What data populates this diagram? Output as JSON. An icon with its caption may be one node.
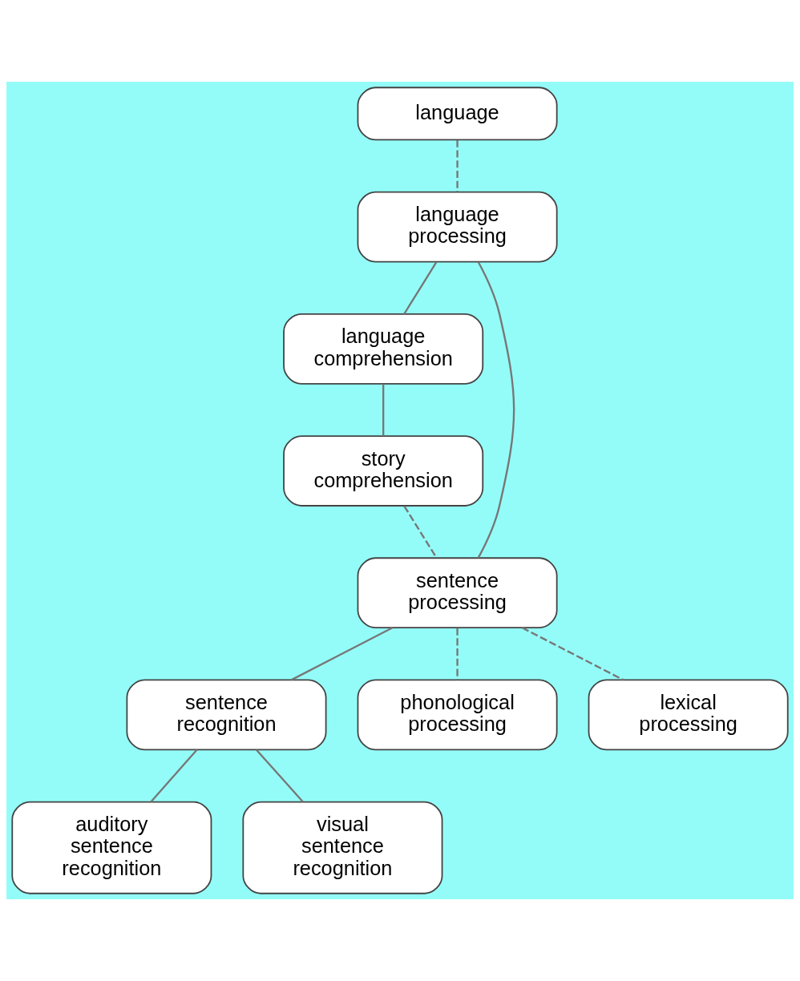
{
  "diagram": {
    "nodes": [
      {
        "text": [
          "language"
        ]
      },
      {
        "text": [
          "language processing"
        ]
      },
      {
        "text": [
          "language comprehension"
        ]
      },
      {
        "text": [
          "story comprehension"
        ]
      },
      {
        "text": [
          "sentence processing"
        ]
      },
      {
        "text": [
          "sentence recognition"
        ]
      },
      {
        "text": [
          "phonological processing"
        ]
      },
      {
        "text": [
          "lexical processing"
        ]
      },
      {
        "text": [
          "auditory sentence recognition"
        ]
      },
      {
        "text": [
          "visual sentence recognition"
        ]
      }
    ],
    "edges": [
      {
        "from": 0,
        "to": 1,
        "arrow": "none",
        "style": "dashed"
      },
      {
        "from": 1,
        "to": 4,
        "arrow": "none"
      },
      {
        "from": 1,
        "to": 2,
        "arrow": "none"
      },
      {
        "from": 2,
        "to": 3,
        "arrow": "none"
      },
      {
        "from": 3,
        "to": 4,
        "arrow": "none",
        "style": "dashed"
      },
      {
        "from": 4,
        "to": 5,
        "arrow": "none"
      },
      {
        "from": 4,
        "to": 6,
        "arrow": "none",
        "style": "dashed"
      },
      {
        "from": 4,
        "to": 7,
        "arrow": "none",
        "style": "dashed"
      },
      {
        "from": 5,
        "to": 8,
        "arrow": "none"
      },
      {
        "from": 5,
        "to": 9,
        "arrow": "none"
      }
    ]
  }
}
